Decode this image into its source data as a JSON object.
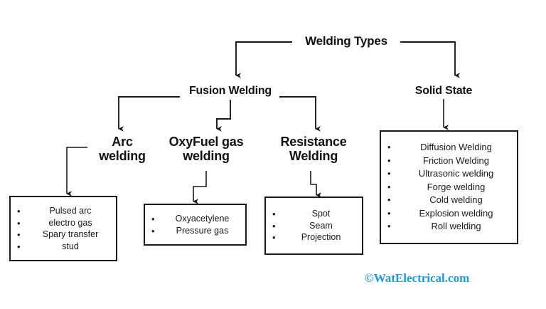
{
  "diagram": {
    "title": "Welding Types",
    "type": "tree-hierarchy",
    "level1": {
      "label": "Welding Types"
    },
    "level2": [
      {
        "id": "fusion",
        "label": "Fusion Welding"
      },
      {
        "id": "solid-state",
        "label": "Solid State"
      }
    ],
    "level3": [
      {
        "id": "arc",
        "label": "Arc\nwelding"
      },
      {
        "id": "oxyfuel",
        "label": "OxyFuel gas\nwelding"
      },
      {
        "id": "resistance",
        "label": "Resistance\nWelding"
      }
    ],
    "boxes": [
      {
        "id": "arc-box",
        "parent": "arc",
        "items": [
          "Pulsed arc",
          "electro gas",
          "Spary transfer",
          "stud"
        ]
      },
      {
        "id": "oxyfuel-box",
        "parent": "oxyfuel",
        "items": [
          "Oxyacetylene",
          "Pressure gas"
        ]
      },
      {
        "id": "resistance-box",
        "parent": "resistance",
        "items": [
          "Spot",
          "Seam",
          "Projection"
        ]
      },
      {
        "id": "solid-state-box",
        "parent": "solid-state",
        "items": [
          "Diffusion Welding",
          "Friction Welding",
          "Ultrasonic welding",
          "Forge welding",
          "Cold welding",
          "Explosion welding",
          "Roll welding"
        ]
      }
    ]
  },
  "watermark": {
    "text": "©WatElectrical.com",
    "color": "#1b9ce0"
  },
  "colors": {
    "line": "#1a1a1a",
    "text": "#111111",
    "background": "#ffffff",
    "watermark": "#1b9ce0"
  }
}
